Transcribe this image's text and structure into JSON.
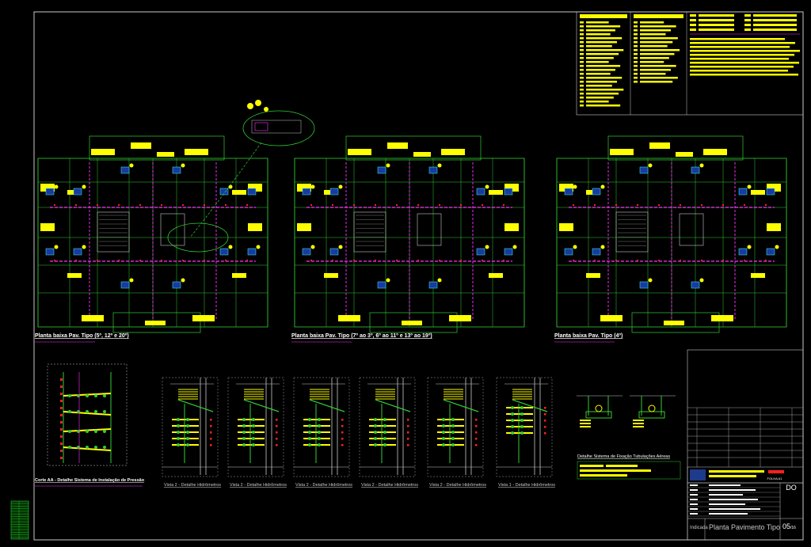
{
  "sheet": {
    "bg": "#000000",
    "frame_color": "#c8c8c8",
    "accent_yellow": "#ffff00",
    "accent_green": "#33cc33",
    "accent_magenta": "#ff33ff",
    "accent_red": "#ff2020",
    "accent_cyan": "#33ffff"
  },
  "plans": [
    {
      "title": "Planta baixa Pav. Tipo (5º, 12º e 20º)"
    },
    {
      "title": "Planta baixa Pav. Tipo (7º ao 3º, 6º ao 11º e 13º ao 19º)"
    },
    {
      "title": "Planta baixa Pav. Tipo (4º)"
    }
  ],
  "section_label": "Corte AA - Detalhe Sistema de Instalação de Pressão",
  "details": [
    "Vista 2 - Detalhe Hidrômetros",
    "Vista 2 - Detalhe Hidrômetros",
    "Vista 2 - Detalhe Hidrômetros",
    "Vista 2 - Detalhe Hidrômetros",
    "Vista 2 - Detalhe Hidrômetros",
    "Vista 1 - Detalhe Hidrômetros"
  ],
  "fixation_label": "Detalhe Sistema de Fixação Tubulações Aéreas",
  "title_block": {
    "drawing_title": "Planta Pavimento Tipo",
    "sheet_number": "05",
    "sheet_total": "/16",
    "scale": "Indicada",
    "code": "DO",
    "format": "FOLHA A1"
  }
}
